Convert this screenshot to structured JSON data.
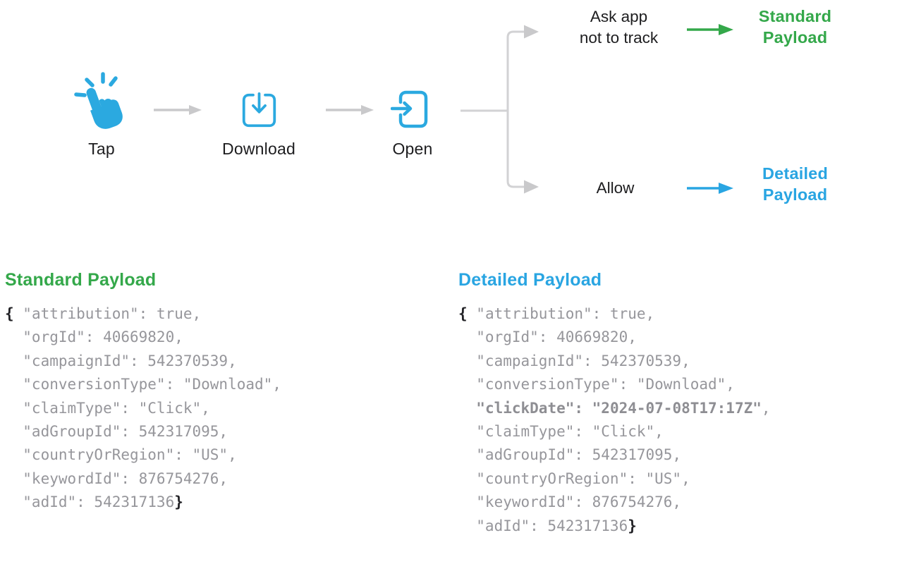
{
  "flow": {
    "steps": [
      {
        "label": "Tap",
        "icon": "tap-icon"
      },
      {
        "label": "Download",
        "icon": "download-icon"
      },
      {
        "label": "Open",
        "icon": "open-icon"
      }
    ],
    "branches": [
      {
        "condition_line1": "Ask app",
        "condition_line2": "not to track",
        "result_line1": "Standard",
        "result_line2": "Payload",
        "arrow_color": "#34a84a"
      },
      {
        "condition_line1": "Allow",
        "result_line1": "Detailed",
        "result_line2": "Payload",
        "arrow_color": "#29a5e2"
      }
    ]
  },
  "payloads": [
    {
      "title": "Standard Payload",
      "title_color": "#34a84a",
      "lines": [
        [
          {
            "t": "{",
            "c": "brace"
          },
          {
            "t": " \"attribution\": true,"
          }
        ],
        [
          {
            "t": "  \"orgId\": 40669820,"
          }
        ],
        [
          {
            "t": "  \"campaignId\": 542370539,"
          }
        ],
        [
          {
            "t": "  \"conversionType\": \"Download\","
          }
        ],
        [
          {
            "t": "  \"claimType\": \"Click\","
          }
        ],
        [
          {
            "t": "  \"adGroupId\": 542317095,"
          }
        ],
        [
          {
            "t": "  \"countryOrRegion\": \"US\","
          }
        ],
        [
          {
            "t": "  \"keywordId\": 876754276,"
          }
        ],
        [
          {
            "t": "  \"adId\": 542317136"
          },
          {
            "t": "}",
            "c": "brace"
          }
        ]
      ]
    },
    {
      "title": "Detailed Payload",
      "title_color": "#29a5e2",
      "lines": [
        [
          {
            "t": "{",
            "c": "brace"
          },
          {
            "t": " \"attribution\": true,"
          }
        ],
        [
          {
            "t": "  \"orgId\": 40669820,"
          }
        ],
        [
          {
            "t": "  \"campaignId\": 542370539,"
          }
        ],
        [
          {
            "t": "  \"conversionType\": \"Download\","
          }
        ],
        [
          {
            "t": "  "
          },
          {
            "t": "\"clickDate\": \"2024-07-08T17:17Z\"",
            "c": "bold"
          },
          {
            "t": ","
          }
        ],
        [
          {
            "t": "  \"claimType\": \"Click\","
          }
        ],
        [
          {
            "t": "  \"adGroupId\": 542317095,"
          }
        ],
        [
          {
            "t": "  \"countryOrRegion\": \"US\","
          }
        ],
        [
          {
            "t": "  \"keywordId\": 876754276,"
          }
        ],
        [
          {
            "t": "  \"adId\": 542317136"
          },
          {
            "t": "}",
            "c": "brace"
          }
        ]
      ]
    }
  ],
  "colors": {
    "accent_blue": "#29a5e2",
    "accent_green": "#34a84a",
    "icon_blue": "#2ba9e0",
    "connector_gray": "#c9c9cb",
    "code_gray": "#96969b",
    "text_dark": "#1d1d1f"
  }
}
